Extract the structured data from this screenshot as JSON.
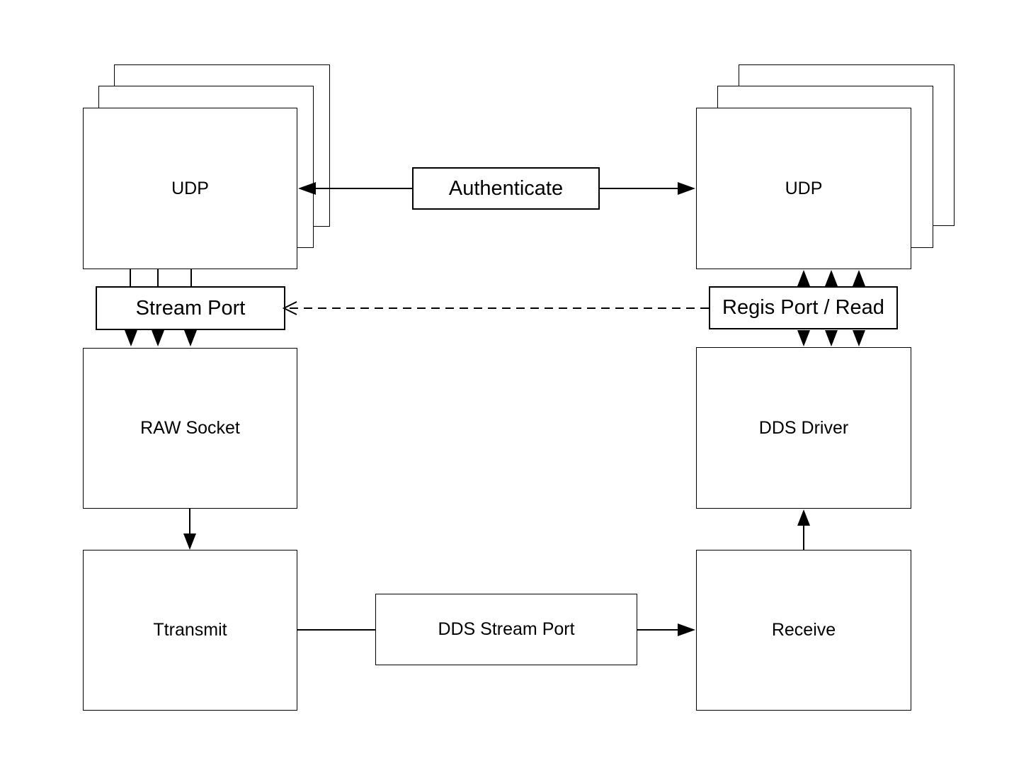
{
  "diagram": {
    "colors": {
      "background": "#ffffff",
      "line": "#000000",
      "text": "#000000",
      "node_fill": "#ffffff"
    },
    "nodes": {
      "udp_left": {
        "label": "UDP",
        "stacked": true
      },
      "udp_right": {
        "label": "UDP",
        "stacked": true
      },
      "authenticate": {
        "label": "Authenticate"
      },
      "stream_port": {
        "label": "Stream Port"
      },
      "regis_port_read": {
        "label": "Regis Port / Read"
      },
      "raw_socket": {
        "label": "RAW Socket"
      },
      "dds_driver": {
        "label": "DDS Driver"
      },
      "ttransmit": {
        "label": "Ttransmit"
      },
      "dds_stream_port": {
        "label": "DDS Stream Port"
      },
      "receive": {
        "label": "Receive"
      }
    },
    "connections": [
      {
        "from": "Authenticate",
        "to": "UDP (left)",
        "style": "solid",
        "arrowhead": "filled",
        "count": 1
      },
      {
        "from": "Authenticate",
        "to": "UDP (right)",
        "style": "solid",
        "arrowhead": "filled",
        "count": 1
      },
      {
        "from": "UDP (left)",
        "to": "Stream Port",
        "style": "solid",
        "arrowhead": "none",
        "count": 3
      },
      {
        "from": "Stream Port",
        "to": "RAW Socket",
        "style": "solid",
        "arrowhead": "filled",
        "count": 3
      },
      {
        "from": "Regis Port / Read",
        "to": "Stream Port",
        "style": "dashed",
        "arrowhead": "open",
        "count": 1
      },
      {
        "from": "Regis Port / Read",
        "to": "UDP (right)",
        "style": "solid",
        "arrowhead": "filled",
        "count": 3
      },
      {
        "from": "Regis Port / Read",
        "to": "DDS Driver",
        "style": "solid",
        "arrowhead": "filled",
        "count": 3
      },
      {
        "from": "RAW Socket",
        "to": "Ttransmit",
        "style": "solid",
        "arrowhead": "filled",
        "count": 1
      },
      {
        "from": "Ttransmit",
        "to": "DDS Stream Port",
        "style": "solid",
        "arrowhead": "none",
        "count": 1
      },
      {
        "from": "DDS Stream Port",
        "to": "Receive",
        "style": "solid",
        "arrowhead": "filled",
        "count": 1
      },
      {
        "from": "Receive",
        "to": "DDS Driver",
        "style": "solid",
        "arrowhead": "filled",
        "count": 1
      }
    ]
  }
}
